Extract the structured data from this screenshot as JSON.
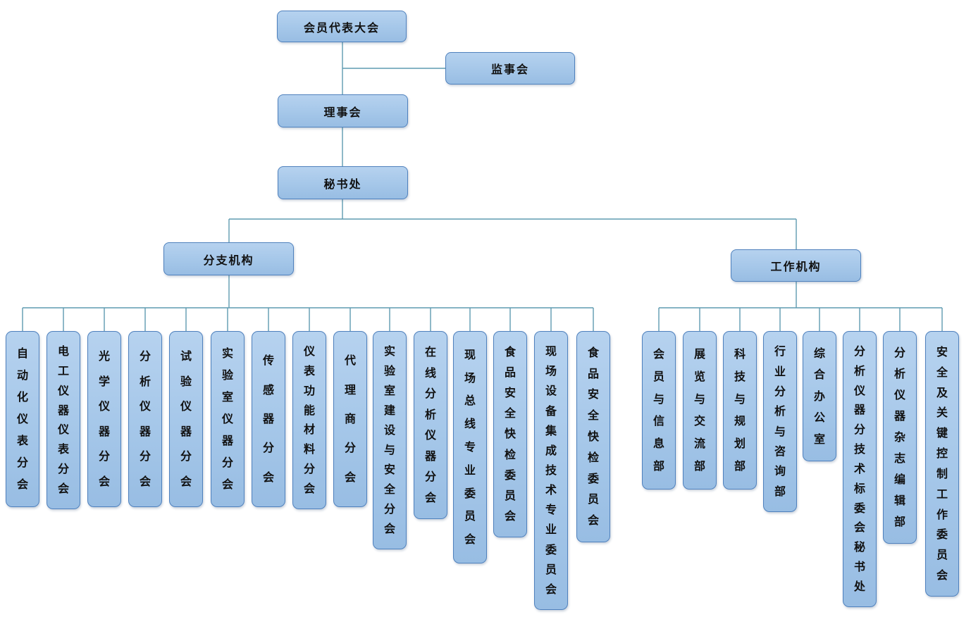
{
  "colors": {
    "box_fill_top": "#B6D2EF",
    "box_fill_bottom": "#98BDE3",
    "box_border": "#4F81BD",
    "connector": "#5F9BB0",
    "text": "#111111",
    "background": "#FFFFFF"
  },
  "nodes": {
    "assembly": {
      "label": "会员代表大会"
    },
    "supervisory_board": {
      "label": "监事会"
    },
    "council": {
      "label": "理事会"
    },
    "secretariat": {
      "label": "秘书处"
    },
    "branch_group": {
      "label": "分支机构"
    },
    "work_group": {
      "label": "工作机构"
    }
  },
  "branch_nodes": [
    {
      "label": "自动化仪表分会"
    },
    {
      "label": "电工仪器仪表分会"
    },
    {
      "label": "光学仪器分会"
    },
    {
      "label": "分析仪器分会"
    },
    {
      "label": "试验仪器分会"
    },
    {
      "label": "实验室仪器分会"
    },
    {
      "label": "传感器分会"
    },
    {
      "label": "仪表功能材料分会"
    },
    {
      "label": "代理商分会"
    },
    {
      "label": "实验室建设与安全分会"
    },
    {
      "label": "在线分析仪器分会"
    },
    {
      "label": "现场总线专业委员会"
    },
    {
      "label": "食品安全快检委员会"
    },
    {
      "label": "现场设备集成技术专业委员会"
    },
    {
      "label": "食品安全快检委员会"
    }
  ],
  "work_nodes": [
    {
      "label": "会员与信息部"
    },
    {
      "label": "展览与交流部"
    },
    {
      "label": "科技与规划部"
    },
    {
      "label": "行业分析与咨询部"
    },
    {
      "label": "综合办公室"
    },
    {
      "label": "分析仪器分技术标委会秘书处"
    },
    {
      "label": "分析仪器杂志编辑部"
    },
    {
      "label": "安全及关键控制工作委员会"
    }
  ]
}
